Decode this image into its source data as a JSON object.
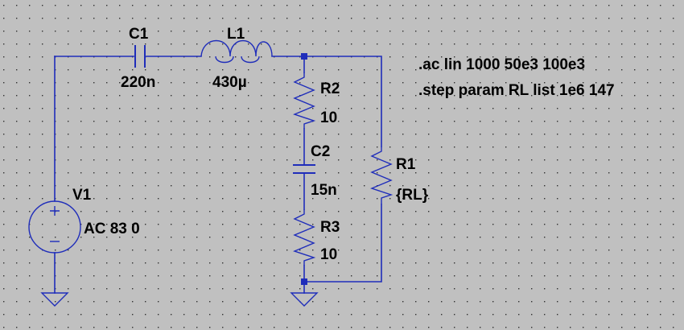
{
  "components": {
    "c1": {
      "ref": "C1",
      "value": "220n"
    },
    "l1": {
      "ref": "L1",
      "value": "430µ"
    },
    "r2": {
      "ref": "R2",
      "value": "10"
    },
    "c2": {
      "ref": "C2",
      "value": "15n"
    },
    "r3": {
      "ref": "R3",
      "value": "10"
    },
    "r1": {
      "ref": "R1",
      "value": "{RL}"
    },
    "v1": {
      "ref": "V1",
      "value": "AC 83 0"
    }
  },
  "directives": [
    ".ac lin 1000 50e3 100e3",
    ".step param RL list 1e6 147"
  ],
  "colors": {
    "background": "#c0c0c0",
    "wire": "#1f2dba",
    "grid_dot": "#303030",
    "text": "#000000"
  },
  "icons": {
    "ground": "ground-icon",
    "source": "voltage-source-icon",
    "resistor": "resistor-icon",
    "capacitor": "capacitor-icon",
    "inductor": "inductor-icon"
  }
}
